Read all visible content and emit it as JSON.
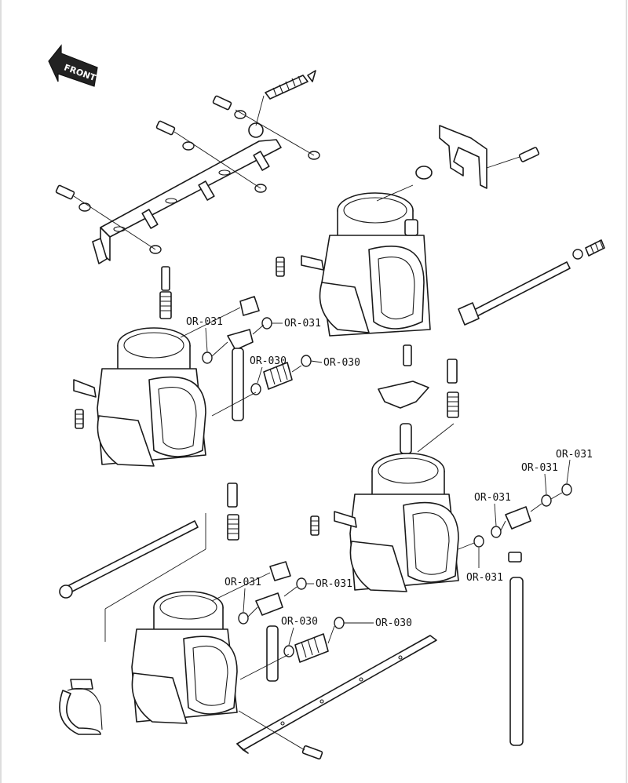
{
  "diagram": {
    "front_label": "FRONT",
    "part_labels": [
      {
        "id": "l1",
        "text": "OR-031"
      },
      {
        "id": "l2",
        "text": "OR-031"
      },
      {
        "id": "l3",
        "text": "OR-030"
      },
      {
        "id": "l4",
        "text": "OR-030"
      },
      {
        "id": "l5",
        "text": "OR-031"
      },
      {
        "id": "l6",
        "text": "OR-031"
      },
      {
        "id": "l7",
        "text": "OR-031"
      },
      {
        "id": "l8",
        "text": "OR-031"
      },
      {
        "id": "l9",
        "text": "OR-031"
      },
      {
        "id": "l10",
        "text": "OR-031"
      },
      {
        "id": "l11",
        "text": "OR-030"
      },
      {
        "id": "l12",
        "text": "OR-030"
      }
    ]
  }
}
